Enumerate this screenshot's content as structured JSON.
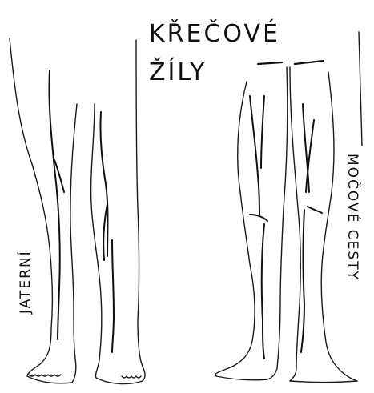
{
  "title": {
    "line1": "KŘEČOVÉ",
    "line2": "ŽÍLY"
  },
  "labels": {
    "left": "JATERNÍ",
    "right": "MOČOVÉ CESTY"
  },
  "figures": [
    {
      "view": "front",
      "label_ref": "labels.left"
    },
    {
      "view": "back",
      "label_ref": "labels.right"
    }
  ]
}
